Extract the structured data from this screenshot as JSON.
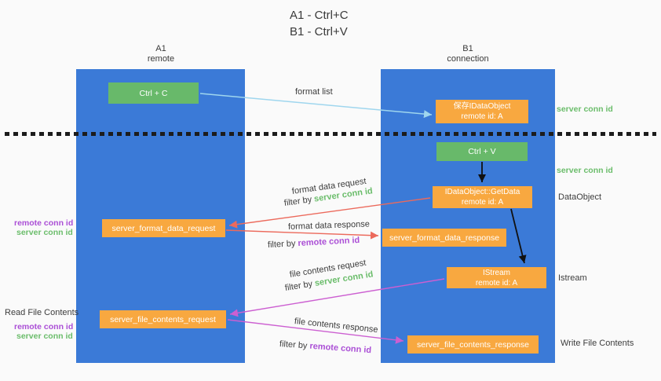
{
  "title": {
    "line1": "A1 - Ctrl+C",
    "line2": "B1 - Ctrl+V"
  },
  "lanes": {
    "left": {
      "title": "A1",
      "subtitle": "remote"
    },
    "right": {
      "title": "B1",
      "subtitle": "connection"
    }
  },
  "nodes": {
    "ctrl_c": {
      "label": "Ctrl + C"
    },
    "ctrl_v": {
      "label": "Ctrl + V"
    },
    "save_dataobject": {
      "line1": "保存IDataObject",
      "line2": "remote id: A"
    },
    "getdata": {
      "line1": "IDataObject::GetData",
      "line2": "remote id: A"
    },
    "istream": {
      "line1": "IStream",
      "line2": "remote id: A"
    },
    "server_format_data_request": {
      "label": "server_format_data_request"
    },
    "server_format_data_response": {
      "label": "server_format_data_response"
    },
    "server_file_contents_request": {
      "label": "server_file_contents_request"
    },
    "server_file_contents_response": {
      "label": "server_file_contents_response"
    }
  },
  "flows": {
    "format_list": {
      "label": "format list"
    },
    "format_data_request": {
      "label": "format data request",
      "filter_prefix": "filter by ",
      "filter_key": "server conn id"
    },
    "format_data_response": {
      "label": "format data response",
      "filter_prefix": "filter by ",
      "filter_key": "remote conn id"
    },
    "file_contents_request": {
      "label": "file contents request",
      "filter_prefix": "filter by ",
      "filter_key": "server conn id"
    },
    "file_contents_response": {
      "label": "file contents response",
      "filter_prefix": "filter by ",
      "filter_key": "remote conn id"
    }
  },
  "annotations": {
    "right_server_conn_id_1": "server conn id",
    "right_server_conn_id_2": "server conn id",
    "right_dataobject": "DataObject",
    "right_istream": "Istream",
    "right_write_file_contents": "Write File Contents",
    "left_remote_conn_id_1": "remote conn id",
    "left_server_conn_id_1": "server conn id",
    "left_read_file_contents": "Read File Contents",
    "left_remote_conn_id_2": "remote conn id",
    "left_server_conn_id_2": "server conn id"
  },
  "colors": {
    "lane_blue": "#3b7ad7",
    "node_green": "#68b96a",
    "node_orange": "#f8a840",
    "arrow_light_blue": "#9fd6ee",
    "arrow_red": "#ec6a5c",
    "arrow_magenta": "#cc5fd1",
    "arrow_black": "#111111",
    "text_green": "#6bbd6b",
    "text_purple": "#ab4fd6"
  }
}
